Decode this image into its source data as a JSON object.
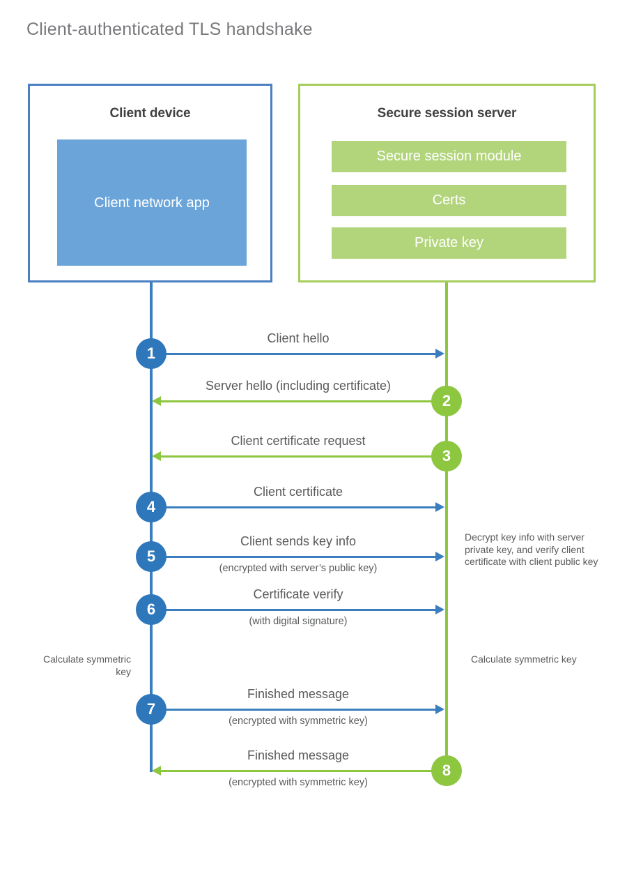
{
  "title": "Client-authenticated TLS handshake",
  "colors": {
    "client_blue_border": "#4a7fc1",
    "client_app_fill": "#6aa4d8",
    "client_line": "#3a7ebf",
    "client_badge": "#2e77bb",
    "server_green_border": "#a5cd5a",
    "server_module_fill": "#b2d57c",
    "server_line": "#8dc63f",
    "server_badge": "#8dc63f",
    "text": "#58595b",
    "title_text": "#77787b",
    "heading_text": "#414042"
  },
  "client": {
    "title": "Client device",
    "app_label": "Client network app",
    "calculate_note": "Calculate symmetric key"
  },
  "server": {
    "title": "Secure session server",
    "modules": [
      "Secure session module",
      "Certs",
      "Private key"
    ],
    "decrypt_note": "Decrypt key info with server private key, and verify client certificate with client public key",
    "calculate_note": "Calculate symmetric key"
  },
  "steps": [
    {
      "number": "1",
      "label": "Client hello",
      "sublabel": "",
      "direction": "client-to-server",
      "color": "blue"
    },
    {
      "number": "2",
      "label": "Server hello (including certificate)",
      "sublabel": "",
      "direction": "server-to-client",
      "color": "green"
    },
    {
      "number": "3",
      "label": "Client certificate request",
      "sublabel": "",
      "direction": "server-to-client",
      "color": "green"
    },
    {
      "number": "4",
      "label": "Client certificate",
      "sublabel": "",
      "direction": "client-to-server",
      "color": "blue"
    },
    {
      "number": "5",
      "label": "Client sends key info",
      "sublabel": "(encrypted with server’s public key)",
      "direction": "client-to-server",
      "color": "blue"
    },
    {
      "number": "6",
      "label": "Certificate verify",
      "sublabel": "(with digital signature)",
      "direction": "client-to-server",
      "color": "blue"
    },
    {
      "number": "7",
      "label": "Finished message",
      "sublabel": "(encrypted with symmetric key)",
      "direction": "client-to-server",
      "color": "blue"
    },
    {
      "number": "8",
      "label": "Finished message",
      "sublabel": "(encrypted with symmetric key)",
      "direction": "server-to-client",
      "color": "green"
    }
  ]
}
